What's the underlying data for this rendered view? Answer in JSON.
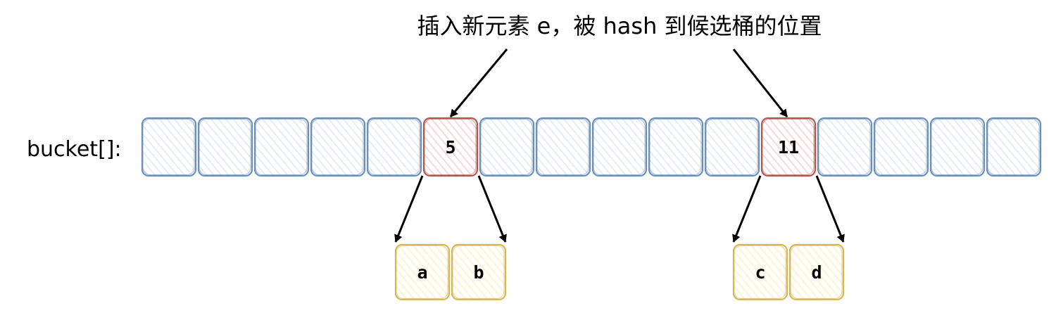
{
  "title": "插入新元素 e，被 hash 到候选桶的位置",
  "array_label": "bucket[]:",
  "bucket_cells": [
    {
      "label": "",
      "highlight": false
    },
    {
      "label": "",
      "highlight": false
    },
    {
      "label": "",
      "highlight": false
    },
    {
      "label": "",
      "highlight": false
    },
    {
      "label": "",
      "highlight": false
    },
    {
      "label": "5",
      "highlight": true
    },
    {
      "label": "",
      "highlight": false
    },
    {
      "label": "",
      "highlight": false
    },
    {
      "label": "",
      "highlight": false
    },
    {
      "label": "",
      "highlight": false
    },
    {
      "label": "",
      "highlight": false
    },
    {
      "label": "11",
      "highlight": true
    },
    {
      "label": "",
      "highlight": false
    },
    {
      "label": "",
      "highlight": false
    },
    {
      "label": "",
      "highlight": false
    },
    {
      "label": "",
      "highlight": false
    }
  ],
  "slot_groups": [
    {
      "bucket": "5",
      "slots": [
        "a",
        "b"
      ]
    },
    {
      "bucket": "11",
      "slots": [
        "c",
        "d"
      ]
    }
  ],
  "colors": {
    "bucket_stroke": "#6c8ebf",
    "bucket_fill": "#dae8fc",
    "highlight_stroke": "#b85450",
    "highlight_fill": "#f8cecc",
    "slot_stroke": "#d6b656",
    "slot_fill": "#fff2cc",
    "arrow": "#000000"
  }
}
